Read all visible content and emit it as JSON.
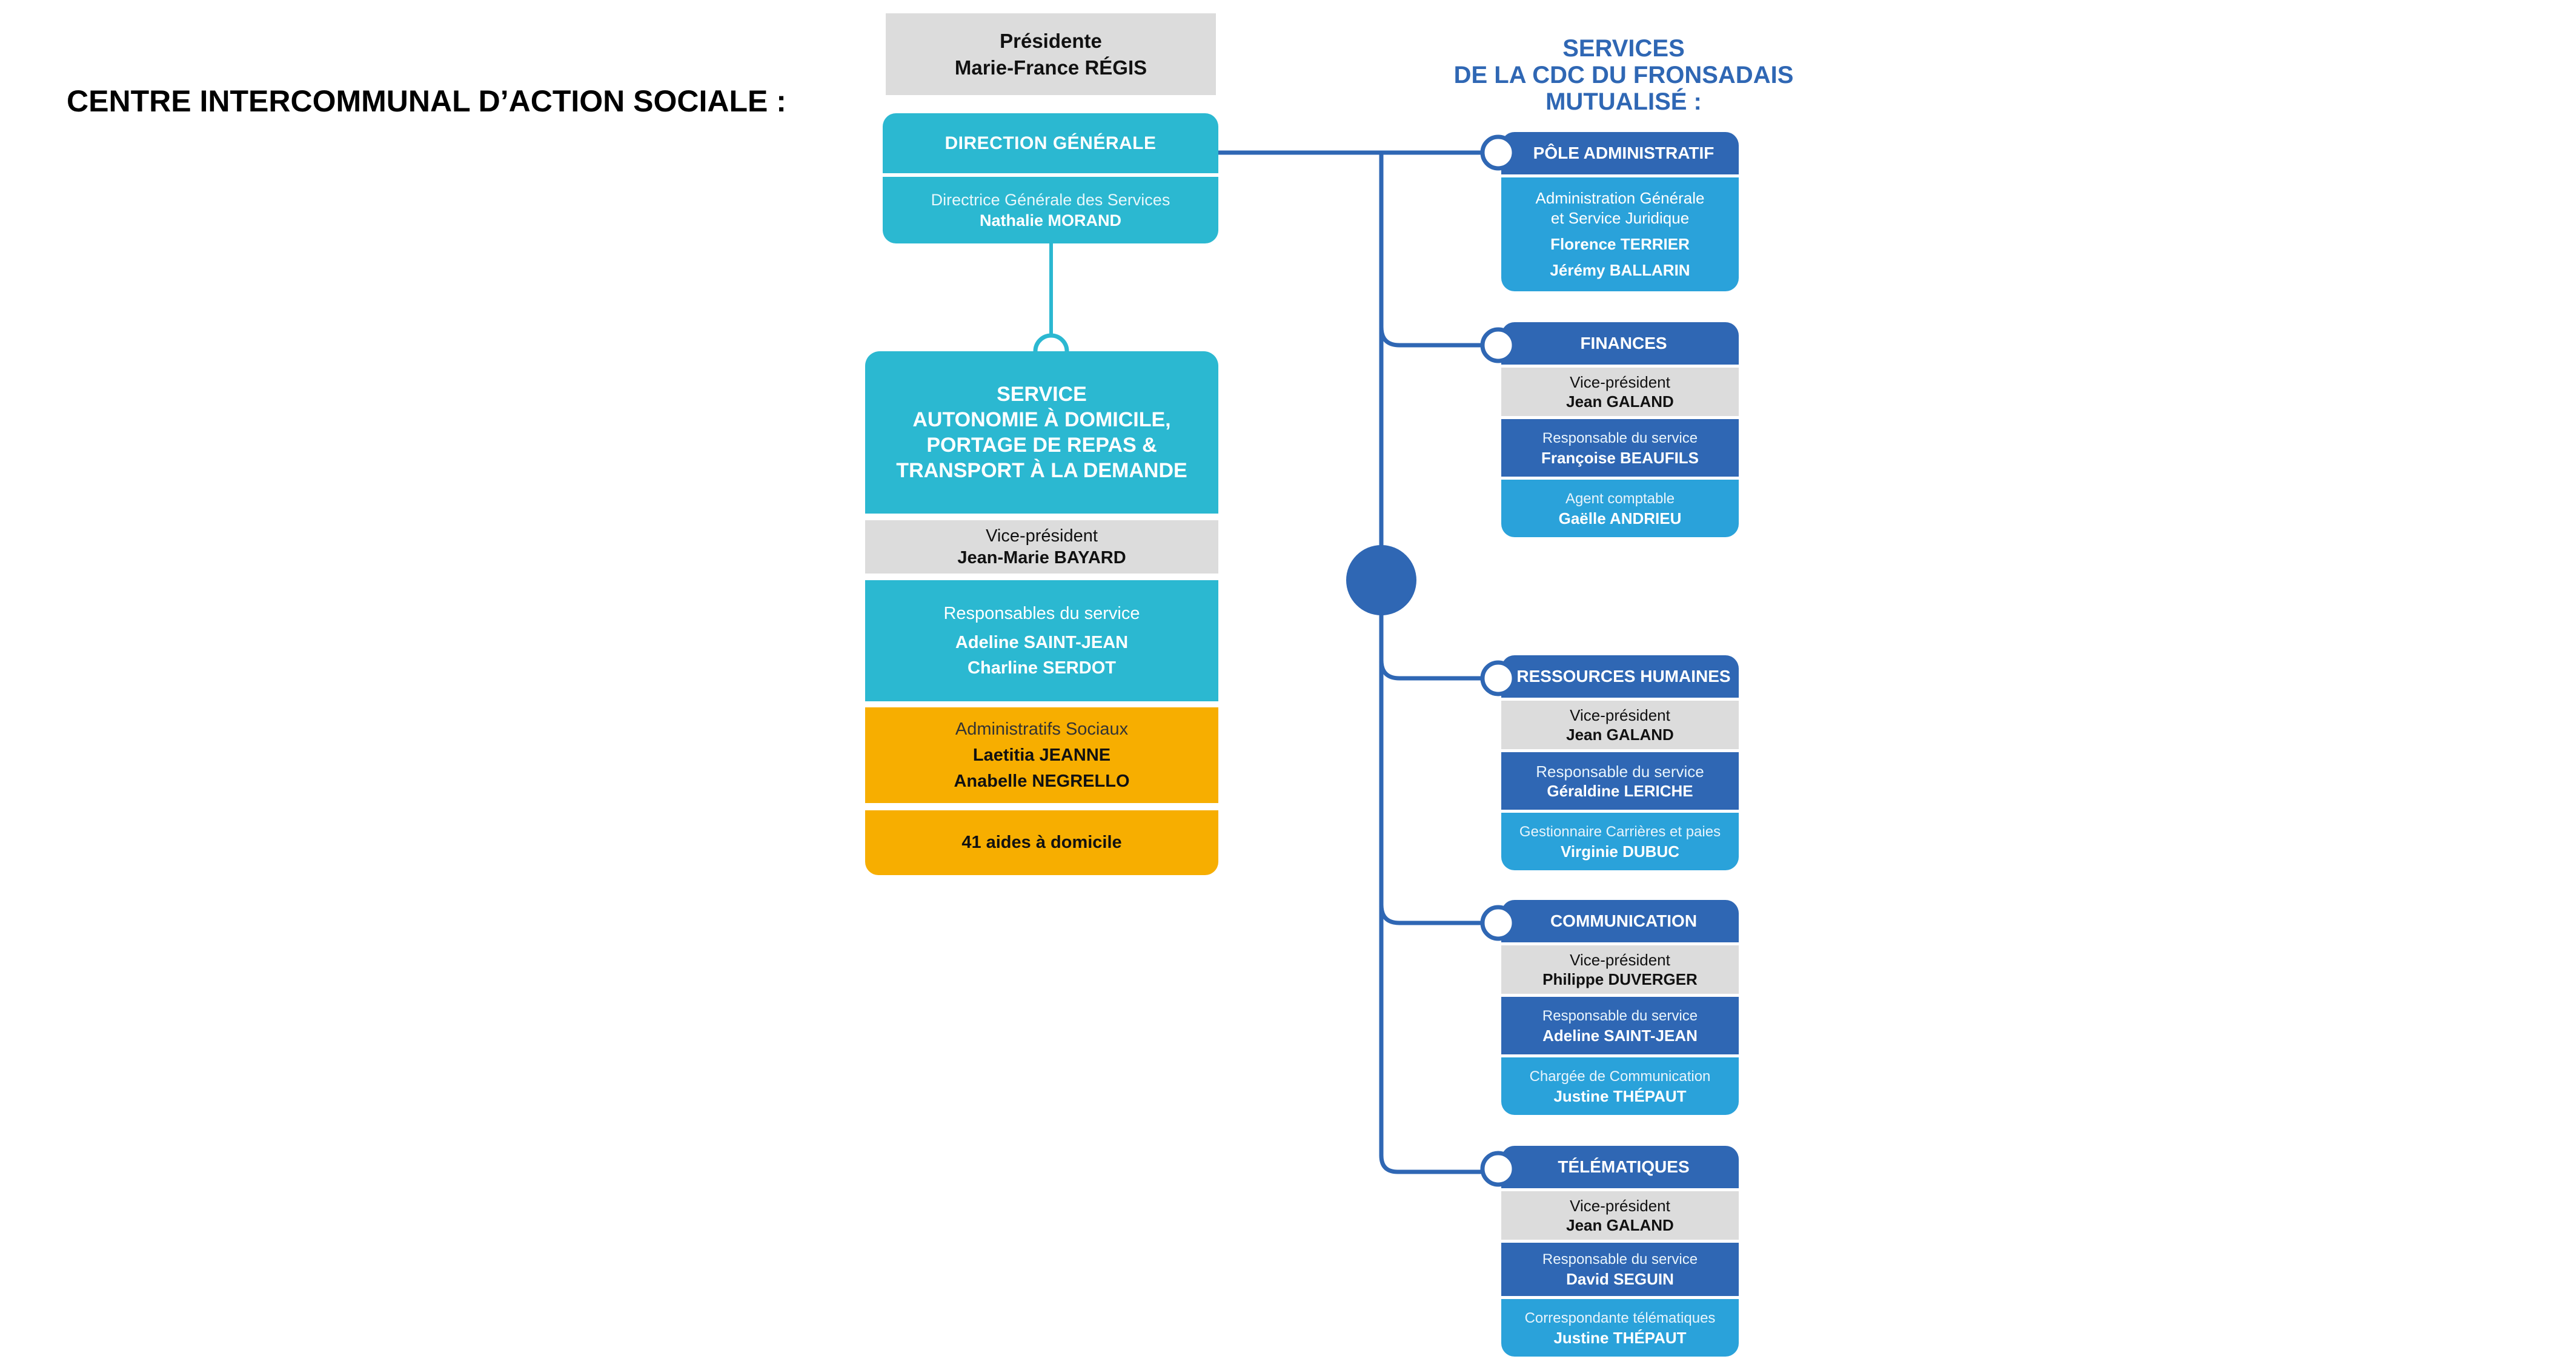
{
  "title": "CENTRE INTERCOMMUNAL D’ACTION SOCIALE :",
  "president": {
    "role": "Présidente",
    "name": "Marie-France RÉGIS"
  },
  "direction": {
    "head": "DIRECTION GÉNÉRALE",
    "role": "Directrice Générale des Services",
    "name": "Nathalie MORAND"
  },
  "service": {
    "lines": [
      "SERVICE",
      "AUTONOMIE À DOMICILE,",
      "PORTAGE DE REPAS &",
      "TRANSPORT À LA DEMANDE"
    ],
    "vp_role": "Vice-président",
    "vp_name": "Jean-Marie BAYARD",
    "resp_role": "Responsables du service",
    "resp_names": [
      "Adeline SAINT-JEAN",
      "Charline SERDOT"
    ],
    "adm_role": "Administratifs Sociaux",
    "adm_names": [
      "Laetitia JEANNE",
      "Anabelle NEGRELLO"
    ],
    "aides": "41 aides à domicile"
  },
  "services_title": [
    "SERVICES",
    "DE LA CDC DU FRONSADAIS",
    "MUTUALISÉ :"
  ],
  "poles": {
    "admin": {
      "head": "PÔLE ADMINISTRATIF",
      "desc": [
        "Administration Générale",
        "et Service Juridique"
      ],
      "names": [
        "Florence TERRIER",
        "Jérémy BALLARIN"
      ]
    },
    "finances": {
      "head": "FINANCES",
      "vp_role": "Vice-président",
      "vp_name": "Jean GALAND",
      "resp_role": "Responsable du service",
      "resp_name": "Françoise BEAUFILS",
      "extra_role": "Agent comptable",
      "extra_name": "Gaëlle ANDRIEU"
    },
    "rh": {
      "head": "RESSOURCES HUMAINES",
      "vp_role": "Vice-président",
      "vp_name": "Jean GALAND",
      "resp_role": "Responsable du service",
      "resp_name": "Géraldine LERICHE",
      "extra_role": "Gestionnaire Carrières et paies",
      "extra_name": "Virginie DUBUC"
    },
    "comm": {
      "head": "COMMUNICATION",
      "vp_role": "Vice-président",
      "vp_name": "Philippe DUVERGER",
      "resp_role": "Responsable du service",
      "resp_name": "Adeline SAINT-JEAN",
      "extra_role": "Chargée de Communication",
      "extra_name": "Justine THÉPAUT"
    },
    "tele": {
      "head": "TÉLÉMATIQUES",
      "vp_role": "Vice-président",
      "vp_name": "Jean GALAND",
      "resp_role": "Responsable du service",
      "resp_name": "David SEGUIN",
      "extra_role": "Correspondante télématiques",
      "extra_name": "Justine THÉPAUT"
    }
  },
  "colors": {
    "teal": "#2bb8d1",
    "navy": "#2f67b4",
    "blue": "#2aa2da",
    "grey": "#dcdcdc",
    "orange": "#f7ae00"
  }
}
